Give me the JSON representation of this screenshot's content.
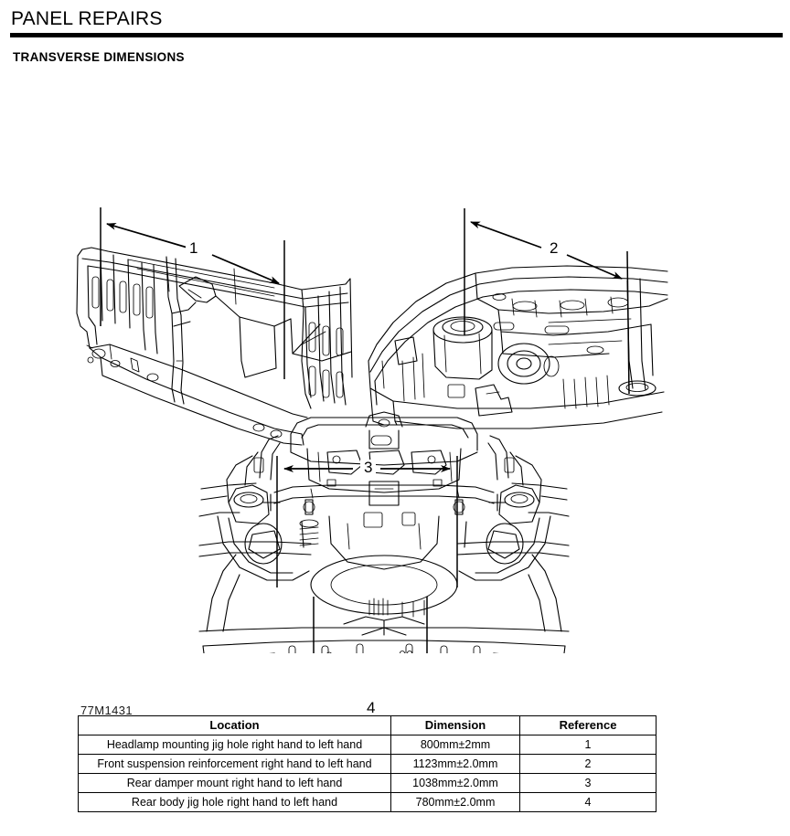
{
  "header": {
    "title": "PANEL REPAIRS",
    "subtitle": "TRANSVERSE DIMENSIONS"
  },
  "figure": {
    "caption": "77M1431",
    "dimension_callouts": [
      {
        "id": "1",
        "label": "1",
        "drawing": "front-radiator-support",
        "orientation": "diagonal"
      },
      {
        "id": "2",
        "label": "2",
        "drawing": "front-suspension-reinforcement",
        "orientation": "diagonal"
      },
      {
        "id": "3",
        "label": "3",
        "drawing": "rear-underbody",
        "orientation": "horizontal"
      },
      {
        "id": "4",
        "label": "4",
        "drawing": "rear-underbody",
        "orientation": "horizontal"
      }
    ],
    "drawings": [
      {
        "name": "front-radiator-support",
        "description": "Front end radiator support panel assembly, isometric line drawing"
      },
      {
        "name": "front-suspension-reinforcement",
        "description": "Engine bay front suspension reinforcement area, isometric line drawing"
      },
      {
        "name": "rear-underbody",
        "description": "Rear underbody floor pan and damper mounts, plan line drawing"
      }
    ]
  },
  "table": {
    "columns": [
      "Location",
      "Dimension",
      "Reference"
    ],
    "rows": [
      {
        "location": "Headlamp mounting jig hole right hand to left hand",
        "dimension": "800mm±2mm",
        "reference": "1"
      },
      {
        "location": "Front suspension reinforcement right hand to left hand",
        "dimension": "1123mm±2.0mm",
        "reference": "2"
      },
      {
        "location": "Rear damper mount right hand to left hand",
        "dimension": "1038mm±2.0mm",
        "reference": "3"
      },
      {
        "location": "Rear body jig hole right hand to left hand",
        "dimension": "780mm±2.0mm",
        "reference": "4"
      }
    ]
  },
  "colors": {
    "ink": "#000000",
    "paper": "#ffffff",
    "caption": "#1a1a1a"
  }
}
